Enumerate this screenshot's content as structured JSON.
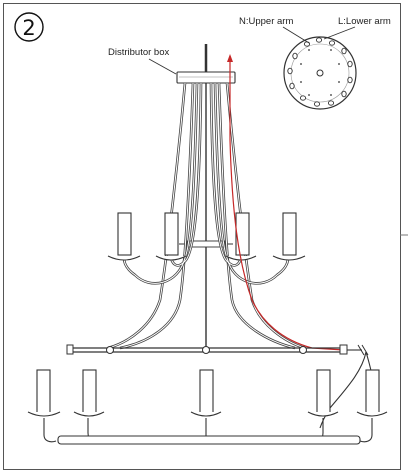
{
  "step": {
    "number": "2"
  },
  "labels": {
    "distributor_box": "Distributor box",
    "upper_arm": "N:Upper arm",
    "lower_arm": "L:Lower arm"
  },
  "colors": {
    "wire": "#c62828",
    "line": "#333333",
    "border": "#555555"
  }
}
